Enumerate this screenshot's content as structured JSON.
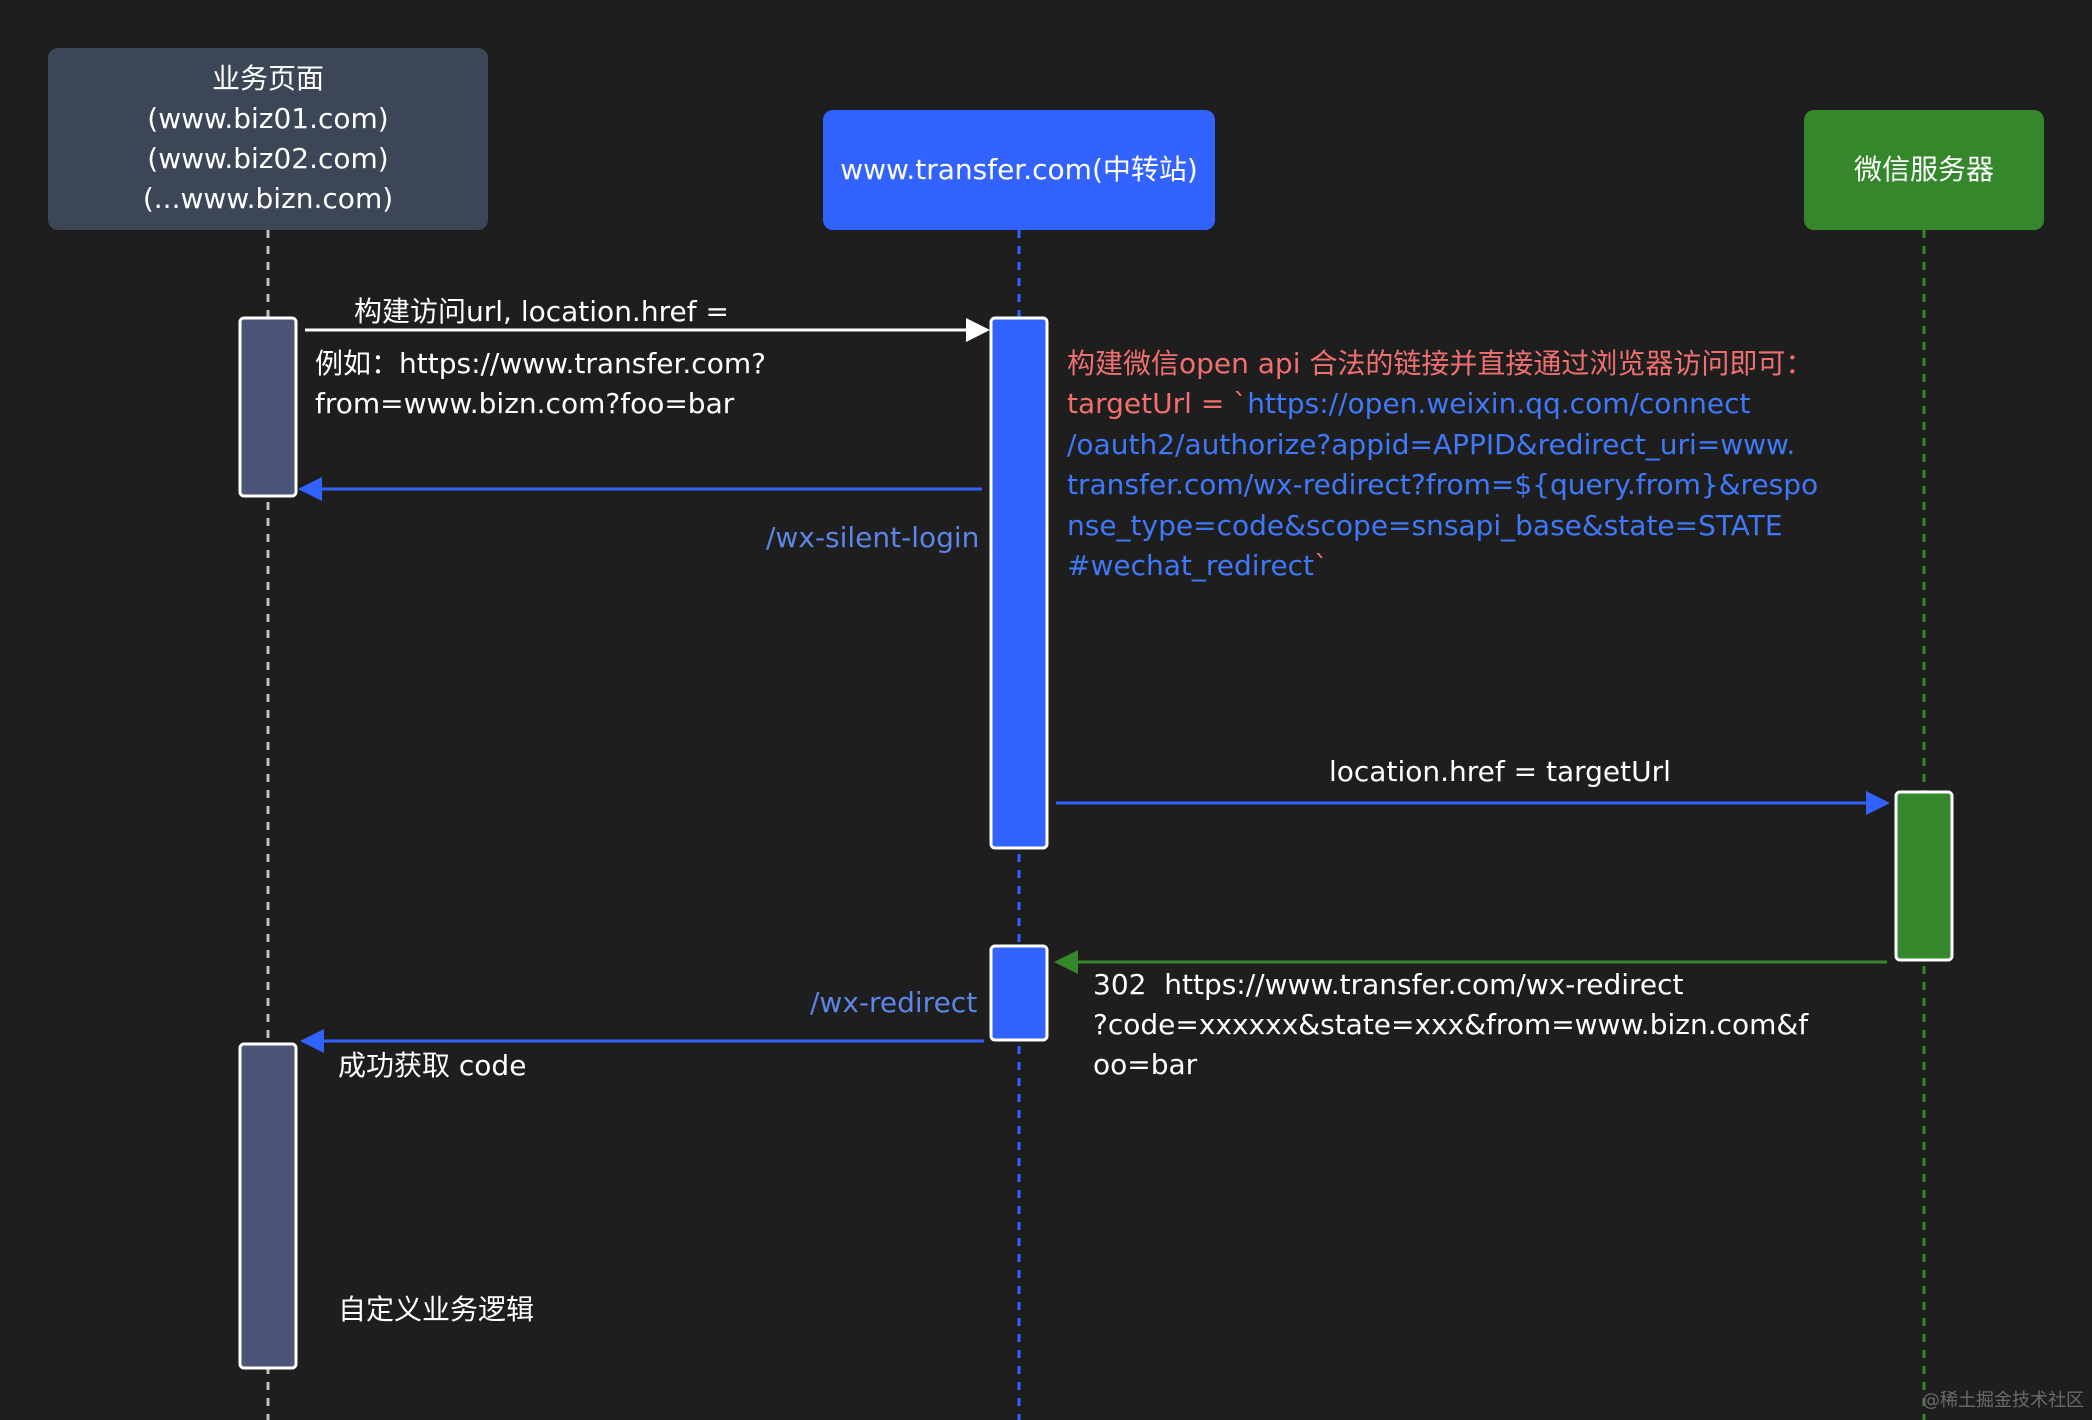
{
  "actors": {
    "biz": {
      "lines": [
        "业务页面",
        "(www.biz01.com)",
        "(www.biz02.com)",
        "(...www.bizn.com)"
      ],
      "color": "#3d4656"
    },
    "transfer": {
      "label": "www.transfer.com(中转站)",
      "color": "#3363ff"
    },
    "wechat": {
      "label": "微信服务器",
      "color": "#35872c"
    }
  },
  "messages": {
    "build_url": {
      "line1": "构建访问url, location.href =",
      "line2": "例如：https://www.transfer.com?",
      "line3": "from=www.bizn.com?foo=bar"
    },
    "silent_login": "/wx-silent-login",
    "transfer_note": {
      "title": "构建微信open api 合法的链接并直接通过浏览器访问即可：",
      "prefix": "targetUrl = `",
      "url_1": "https://open.weixin.qq.com/connect",
      "url_2": "/oauth2/authorize?appid=APPID&redirect_uri=www.",
      "url_3": "transfer.com/wx-redirect?from=${query.from}&respo",
      "url_4": "nse_type=code&scope=snsapi_base&state=STATE",
      "url_5": "#wechat_redirect",
      "suffix": "`"
    },
    "location_target": "location.href = targetUrl",
    "redirect_302": {
      "line1": "302  https://www.transfer.com/wx-redirect",
      "line2": "?code=xxxxxx&state=xxx&from=www.bizn.com&f",
      "line3": "oo=bar"
    },
    "wx_redirect": "/wx-redirect",
    "success_code": "成功获取 code",
    "custom_logic": "自定义业务逻辑"
  },
  "watermark": "@稀土掘金技术社区",
  "colors": {
    "background": "#1e1e1e",
    "biz_activation": "#4a5578",
    "transfer_blue": "#3363ff",
    "wechat_green": "#35872c",
    "note_red": "#f07070",
    "link_blue": "#3f78f8"
  }
}
